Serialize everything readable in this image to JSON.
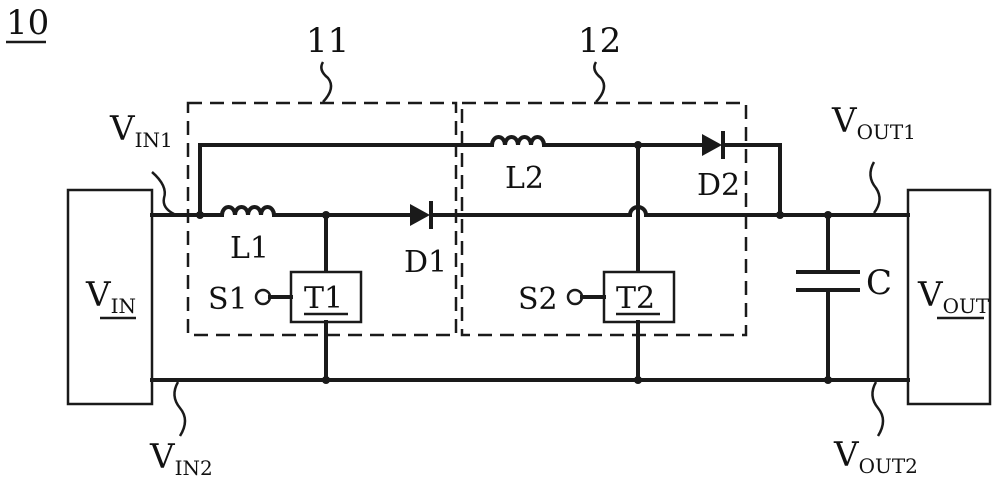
{
  "figure_number": "10",
  "blocks": {
    "boost_stage_1": "11",
    "boost_stage_2": "12"
  },
  "source": {
    "label_main": "V",
    "label_sub": "IN"
  },
  "load": {
    "label_main": "V",
    "label_sub": "OUT"
  },
  "terminals": {
    "vin1_main": "V",
    "vin1_sub": "IN1",
    "vin2_main": "V",
    "vin2_sub": "IN2",
    "vout1_main": "V",
    "vout1_sub": "OUT1",
    "vout2_main": "V",
    "vout2_sub": "OUT2"
  },
  "components": {
    "inductor_1": "L1",
    "inductor_2": "L2",
    "diode_1": "D1",
    "diode_2": "D2",
    "switch_1": "T1",
    "switch_2": "T2",
    "signal_1": "S1",
    "signal_2": "S2",
    "capacitor": "C"
  }
}
